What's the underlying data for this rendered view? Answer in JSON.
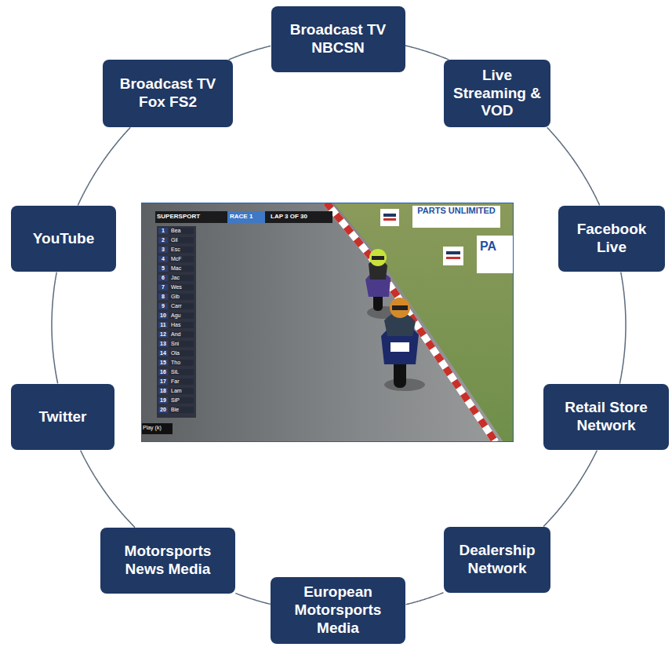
{
  "diagram": {
    "nodes": [
      {
        "text": [
          "Broadcast TV NBCSN"
        ]
      },
      {
        "text": [
          "Live Streaming & VOD"
        ]
      },
      {
        "text": [
          "Facebook Live"
        ]
      },
      {
        "text": [
          "Retail Store Network"
        ]
      },
      {
        "text": [
          "Dealership Network"
        ]
      },
      {
        "text": [
          "European Motorsports Media"
        ]
      },
      {
        "text": [
          "Motorsports News Media"
        ]
      },
      {
        "text": [
          "Twitter"
        ]
      },
      {
        "text": [
          "YouTube"
        ]
      },
      {
        "text": [
          "Broadcast TV Fox FS2"
        ]
      }
    ],
    "edges": [
      {
        "from": 0,
        "to": 1,
        "arrow": "none"
      },
      {
        "from": 1,
        "to": 2,
        "arrow": "none"
      },
      {
        "from": 2,
        "to": 3,
        "arrow": "none"
      },
      {
        "from": 3,
        "to": 4,
        "arrow": "none"
      },
      {
        "from": 4,
        "to": 5,
        "arrow": "none"
      },
      {
        "from": 5,
        "to": 6,
        "arrow": "none"
      },
      {
        "from": 6,
        "to": 7,
        "arrow": "none"
      },
      {
        "from": 7,
        "to": 8,
        "arrow": "none"
      },
      {
        "from": 8,
        "to": 9,
        "arrow": "none"
      },
      {
        "from": 9,
        "to": 0,
        "arrow": "none"
      }
    ],
    "labels": [
      "SUPERSPORT",
      "RACE 1",
      "LAP 3 OF 30",
      "1",
      "Bea",
      "2",
      "Gil",
      "3",
      "Esc",
      "4",
      "McF",
      "5",
      "Mac",
      "6",
      "Jac",
      "7",
      "Wes",
      "8",
      "Gib",
      "9",
      "Carr",
      "10",
      "Agu",
      "11",
      "Has",
      "12",
      "And",
      "13",
      "Sni",
      "14",
      "Ola",
      "15",
      "Tho",
      "16",
      "SiL",
      "17",
      "Far",
      "18",
      "Lam",
      "19",
      "SiP",
      "20",
      "Bie",
      "PARTS UNLIMITED",
      "PA",
      "Play (k)"
    ]
  }
}
